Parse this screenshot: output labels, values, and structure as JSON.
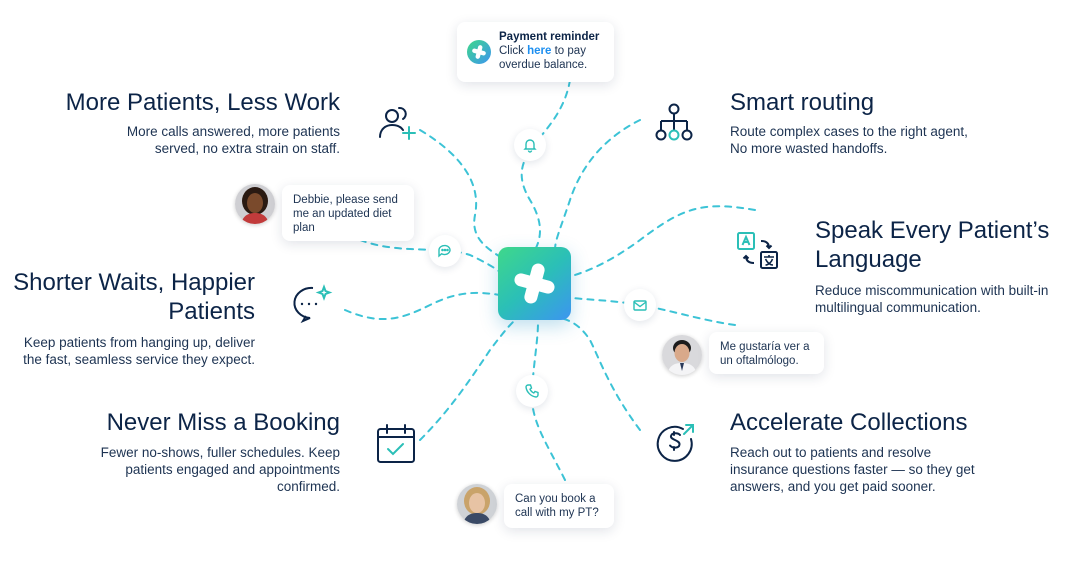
{
  "features": {
    "more_patients": {
      "title": "More Patients, Less Work",
      "desc_l1": "More calls answered, more patients",
      "desc_l2": "served, no extra strain on staff."
    },
    "smart_routing": {
      "title": "Smart routing",
      "desc_l1": "Route complex cases to the right agent,",
      "desc_l2": "No more wasted handoffs."
    },
    "language": {
      "title_l1": "Speak Every Patient’s",
      "title_l2": "Language",
      "desc_l1": "Reduce miscommunication with built-in",
      "desc_l2": "multilingual communication."
    },
    "shorter_waits": {
      "title_l1": "Shorter Waits, Happier",
      "title_l2": "Patients",
      "desc_l1": "Keep patients from hanging up, deliver",
      "desc_l2": "the fast, seamless service they expect."
    },
    "booking": {
      "title": "Never Miss a Booking",
      "desc_l1": "Fewer no-shows, fuller schedules. Keep",
      "desc_l2": "patients engaged and appointments",
      "desc_l3": "confirmed."
    },
    "collections": {
      "title": "Accelerate Collections",
      "desc_l1": "Reach out to patients and resolve",
      "desc_l2": "insurance questions faster — so they get",
      "desc_l3": "answers, and you get paid sooner."
    }
  },
  "payment": {
    "title": "Payment reminder",
    "pre": "Click ",
    "link": "here",
    "post": " to pay",
    "line2": "overdue balance."
  },
  "bubbles": {
    "debbie": {
      "l1": "Debbie, please send",
      "l2": "me an updated diet",
      "l3": "plan"
    },
    "spanish": {
      "l1": "Me gustaría ver a",
      "l2": "un oftalmólogo."
    },
    "book": {
      "l1": "Can you book a",
      "l2": "call with my PT?"
    }
  },
  "icons": {
    "users": "add-user-icon",
    "routing": "org-chart-icon",
    "translate": "translate-icon",
    "chat": "chat-sparkle-icon",
    "calendar": "calendar-check-icon",
    "dollar": "dollar-arrow-icon",
    "bell": "bell-icon",
    "message": "message-icon",
    "mail": "mail-icon",
    "phone": "phone-icon"
  },
  "colors": {
    "navy": "#0c2447",
    "teal": "#2bbfb7",
    "dash": "#3cc3d6",
    "link": "#1d8ff0"
  }
}
